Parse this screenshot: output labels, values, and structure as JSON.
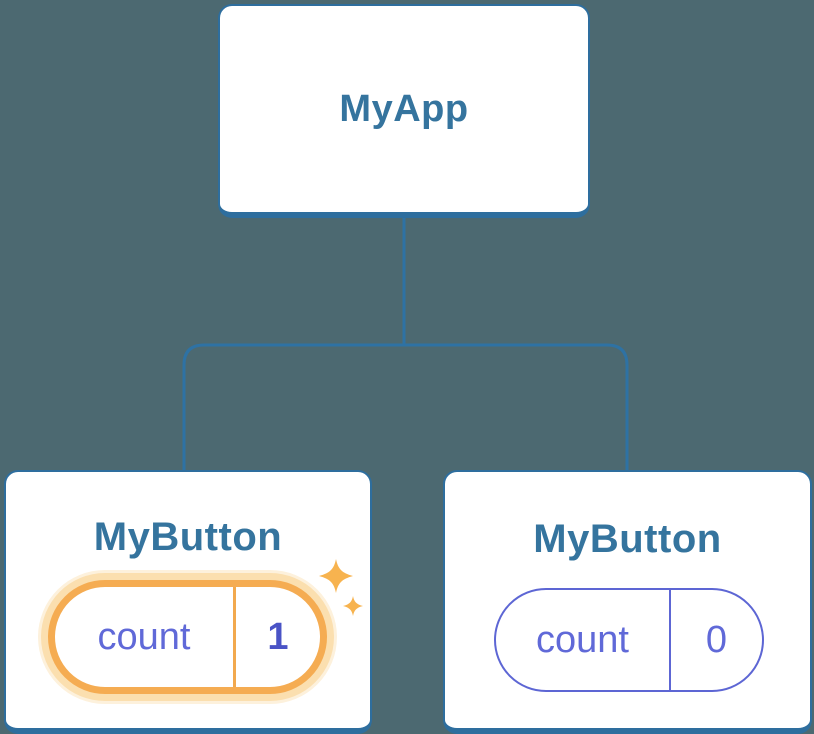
{
  "diagram": {
    "root": {
      "label": "MyApp"
    },
    "children": [
      {
        "label": "MyButton",
        "prop_label": "count",
        "prop_value": "1",
        "highlighted": true
      },
      {
        "label": "MyButton",
        "prop_label": "count",
        "prop_value": "0",
        "highlighted": false
      }
    ]
  },
  "colors": {
    "background": "#4C6971",
    "connector_line": "#2E72A4",
    "card_border": "#2E6E9E",
    "node_title": "#35749E",
    "highlight_border": "#F5AC52",
    "highlight_glow": "#FBDFAF",
    "highlight_divider": "#F2A94E",
    "state_text": "#6069D8",
    "state_pill_border": "#5D66D4",
    "highlight_value_text": "#4A53C6",
    "sparkle": "#F7B34F"
  },
  "icons": {
    "sparkles": "sparkles-icon"
  }
}
